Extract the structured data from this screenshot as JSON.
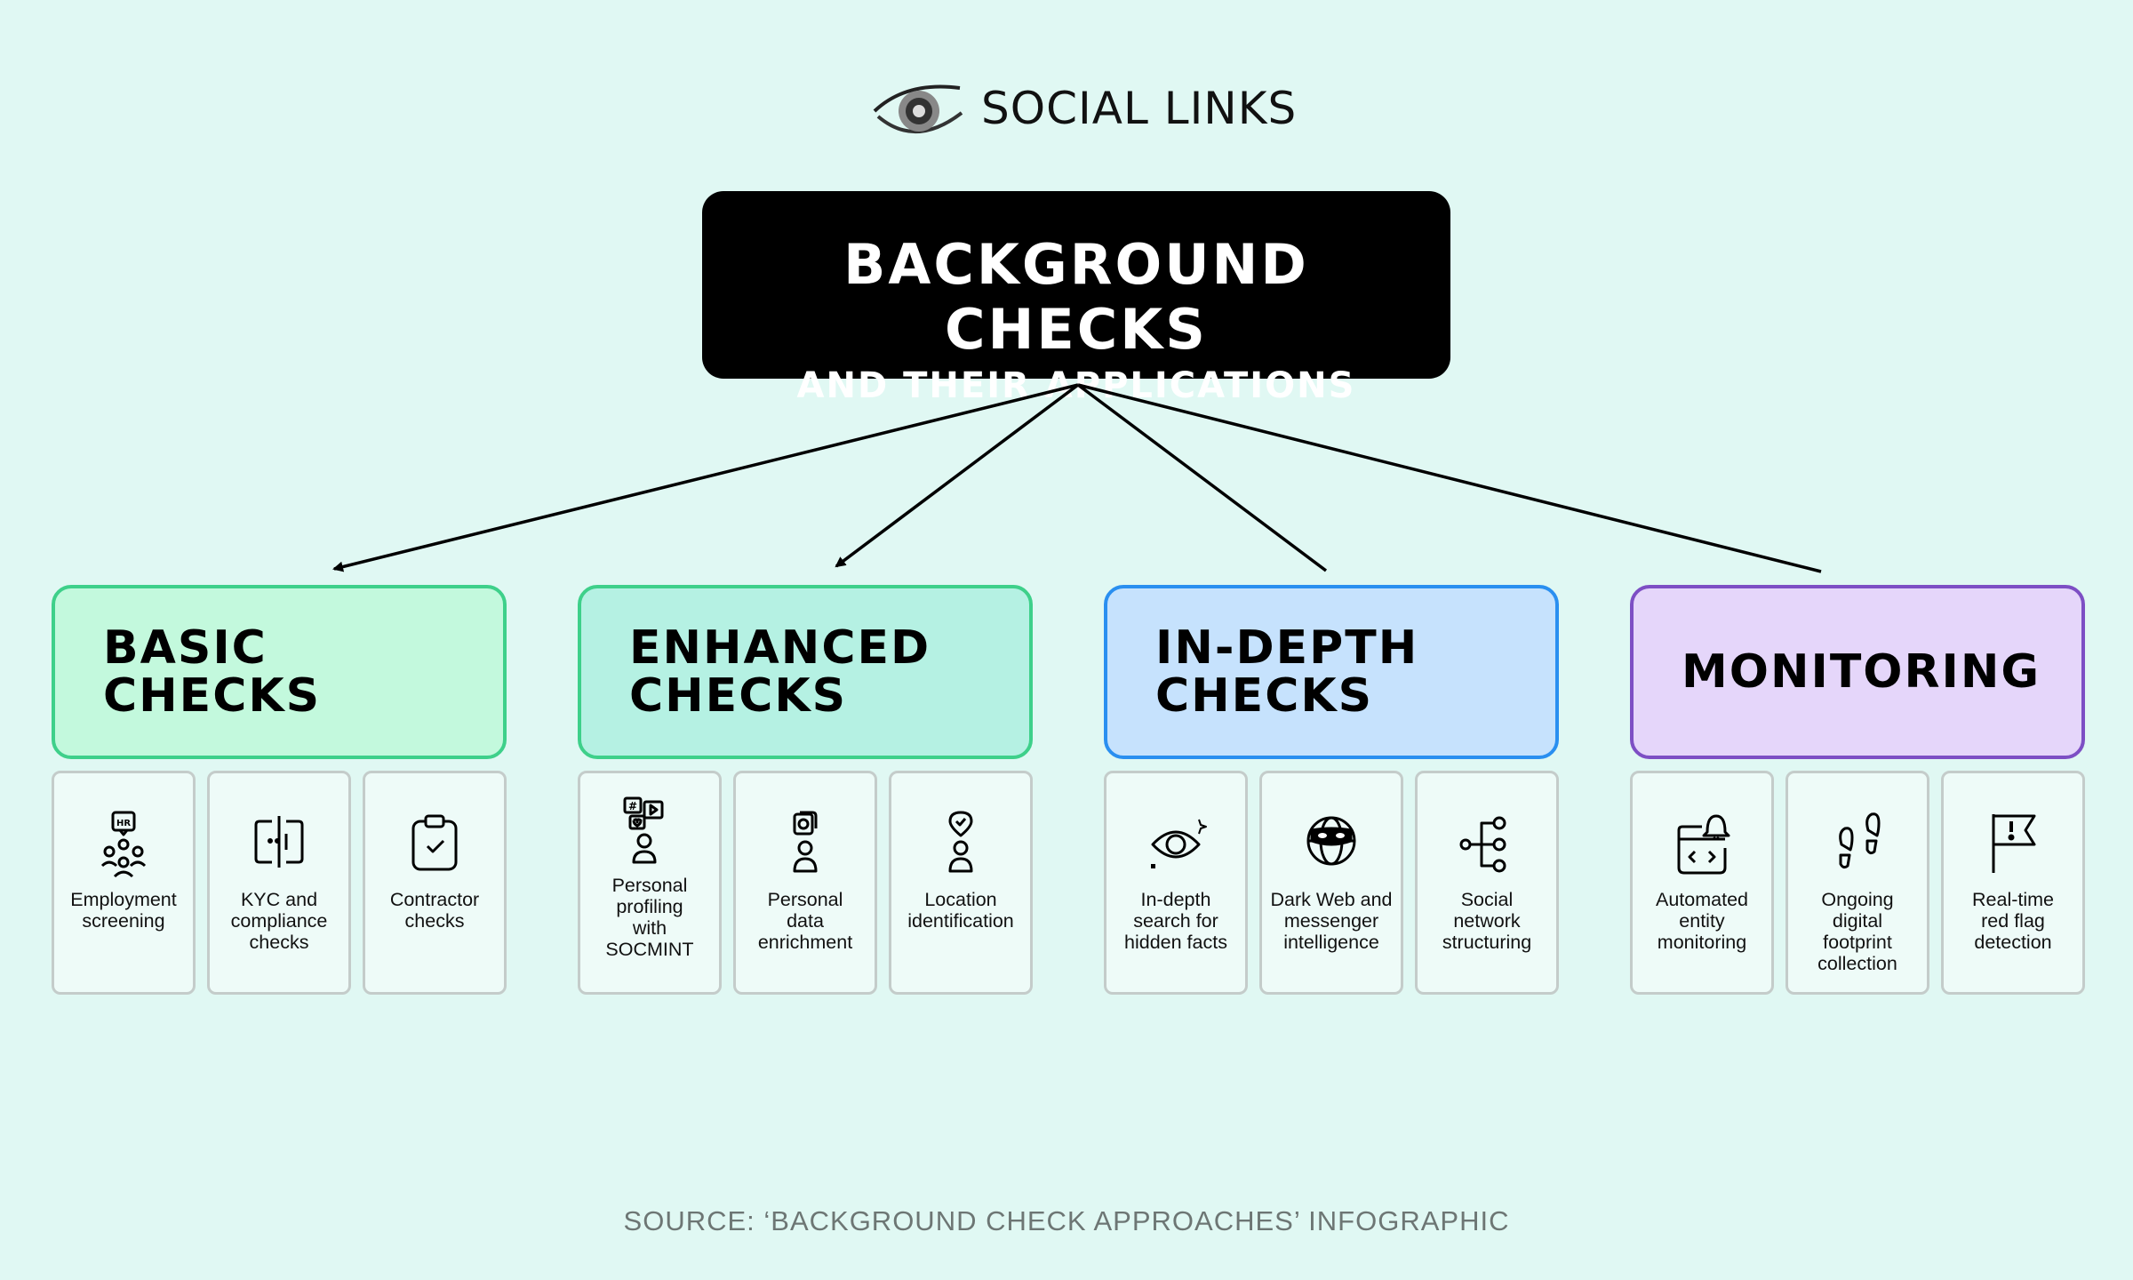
{
  "header": {
    "logo_text": "SOCIAL LINKS",
    "title": "BACKGROUND CHECKS",
    "subtitle": "AND THEIR APPLICATIONS"
  },
  "categories": [
    {
      "label": "BASIC\nCHECKS",
      "border_color": "#3ed08a",
      "fill_color": "#c3f9dd",
      "items": [
        {
          "label": "Employment\nscreening",
          "icon": "hr-team-icon"
        },
        {
          "label": "KYC and\ncompliance\nchecks",
          "icon": "id-face-icon"
        },
        {
          "label": "Contractor\nchecks",
          "icon": "clipboard-check-icon"
        }
      ]
    },
    {
      "label": "ENHANCED\nCHECKS",
      "border_color": "#3ed08a",
      "fill_color": "#b5f1e3",
      "items": [
        {
          "label": "Personal\nprofiling\nwith\nSOCMINT",
          "icon": "social-profile-icon"
        },
        {
          "label": "Personal\ndata\nenrichment",
          "icon": "data-person-icon"
        },
        {
          "label": "Location\nidentification",
          "icon": "location-person-icon"
        }
      ]
    },
    {
      "label": "IN-DEPTH\nCHECKS",
      "border_color": "#2a8ff0",
      "fill_color": "#c6e2fd",
      "items": [
        {
          "label": "In-depth\nsearch for\nhidden facts",
          "icon": "eye-sparkle-icon"
        },
        {
          "label": "Dark Web and\nmessenger\nintelligence",
          "icon": "masked-globe-icon"
        },
        {
          "label": "Social\nnetwork\nstructuring",
          "icon": "network-tree-icon"
        }
      ]
    },
    {
      "label": "MONITORING",
      "border_color": "#7d4fc4",
      "fill_color": "#e5d6fa",
      "items": [
        {
          "label": "Automated\nentity\nmonitoring",
          "icon": "code-bell-icon"
        },
        {
          "label": "Ongoing\ndigital\nfootprint\ncollection",
          "icon": "footprints-icon"
        },
        {
          "label": "Real-time\nred flag\ndetection",
          "icon": "flag-alert-icon"
        }
      ]
    }
  ],
  "footer": {
    "source": "SOURCE: ‘BACKGROUND CHECK APPROACHES’ INFOGRAPHIC"
  }
}
